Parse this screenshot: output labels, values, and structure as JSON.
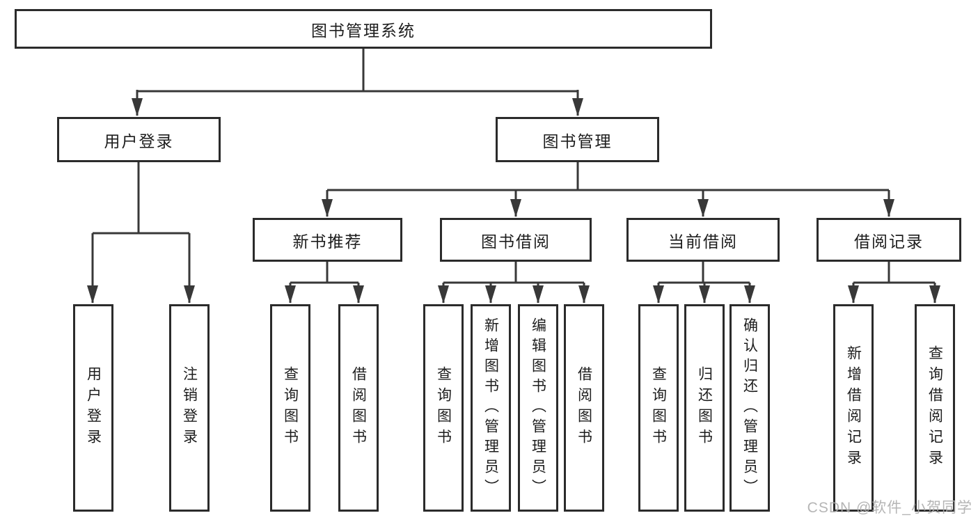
{
  "diagram": {
    "type": "hierarchy",
    "root": {
      "label": "图书管理系统"
    },
    "level2": [
      {
        "id": "user-login",
        "label": "用户登录",
        "parent": "图书管理系统"
      },
      {
        "id": "book-management",
        "label": "图书管理",
        "parent": "图书管理系统"
      }
    ],
    "level3": [
      {
        "id": "new-book-recommend",
        "label": "新书推荐",
        "parent": "图书管理"
      },
      {
        "id": "book-borrowing",
        "label": "图书借阅",
        "parent": "图书管理"
      },
      {
        "id": "current-borrowing",
        "label": "当前借阅",
        "parent": "图书管理"
      },
      {
        "id": "borrowing-records",
        "label": "借阅记录",
        "parent": "图书管理"
      }
    ],
    "leaves": [
      {
        "id": "leaf-user-login",
        "label": "用户登录",
        "parent": "用户登录"
      },
      {
        "id": "leaf-logout",
        "label": "注销登录",
        "parent": "用户登录"
      },
      {
        "id": "leaf-query-books-recommend",
        "label": "查询图书",
        "parent": "新书推荐"
      },
      {
        "id": "leaf-borrow-books-recommend",
        "label": "借阅图书",
        "parent": "新书推荐"
      },
      {
        "id": "leaf-query-books-borrowing",
        "label": "查询图书",
        "parent": "图书借阅"
      },
      {
        "id": "leaf-add-books-admin",
        "label": "新增图书（管理员）",
        "parent": "图书借阅"
      },
      {
        "id": "leaf-edit-books-admin",
        "label": "编辑图书（管理员）",
        "parent": "图书借阅"
      },
      {
        "id": "leaf-borrow-books",
        "label": "借阅图书",
        "parent": "图书借阅"
      },
      {
        "id": "leaf-query-books-current",
        "label": "查询图书",
        "parent": "当前借阅"
      },
      {
        "id": "leaf-return-books",
        "label": "归还图书",
        "parent": "当前借阅"
      },
      {
        "id": "leaf-confirm-return-admin",
        "label": "确认归还（管理员）",
        "parent": "当前借阅"
      },
      {
        "id": "leaf-add-borrow-record",
        "label": "新增借阅记录",
        "parent": "借阅记录"
      },
      {
        "id": "leaf-query-borrow-record",
        "label": "查询借阅记录",
        "parent": "借阅记录"
      }
    ],
    "watermark": "CSDN @软件_小贺同学",
    "colors": {
      "box_border": "#2b2b2b",
      "connector_line": "#383838",
      "text": "#1d1d1d",
      "background": "#ffffff",
      "watermark": "#aeaeae"
    }
  }
}
